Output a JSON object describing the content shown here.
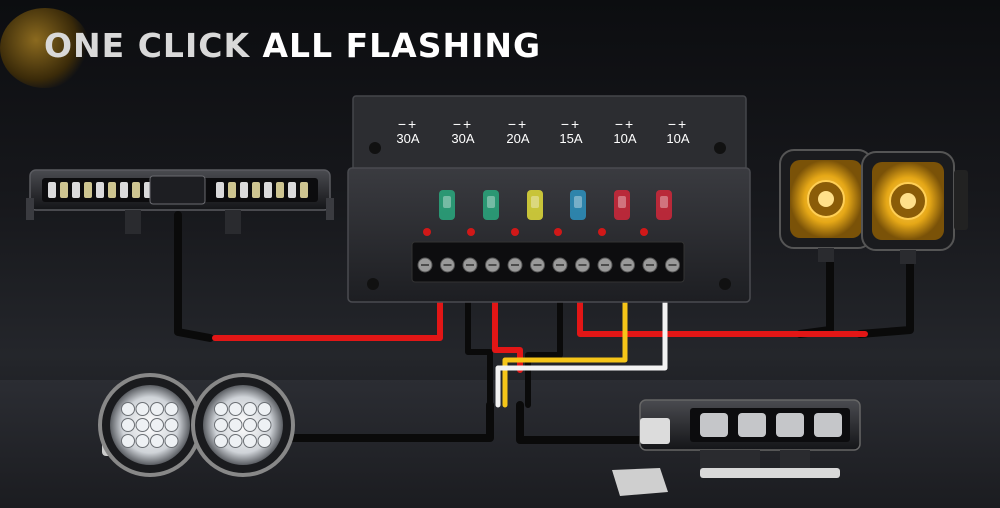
{
  "title": {
    "part1": "ONE CLICK ",
    "part2": "ALL FLASHING"
  },
  "fuse_box": {
    "polarity_label": "−+",
    "fuses": [
      {
        "rating": "30A",
        "color": "#2aa27a"
      },
      {
        "rating": "30A",
        "color": "#2aa27a"
      },
      {
        "rating": "20A",
        "color": "#d8d43a"
      },
      {
        "rating": "15A",
        "color": "#2d8db8"
      },
      {
        "rating": "10A",
        "color": "#c8283a"
      },
      {
        "rating": "10A",
        "color": "#c8283a"
      }
    ]
  },
  "colors": {
    "wire_red": "#e21616",
    "wire_black": "#0a0a0a",
    "wire_yellow": "#f5c518",
    "wire_white": "#f2f2f2",
    "amber_light": "#e6a817"
  },
  "devices": {
    "light_bar_left": "light-bar",
    "amber_pods": "amber-pod-lights",
    "round_lights": "round-driving-lights",
    "light_bar_right": "light-bar"
  }
}
